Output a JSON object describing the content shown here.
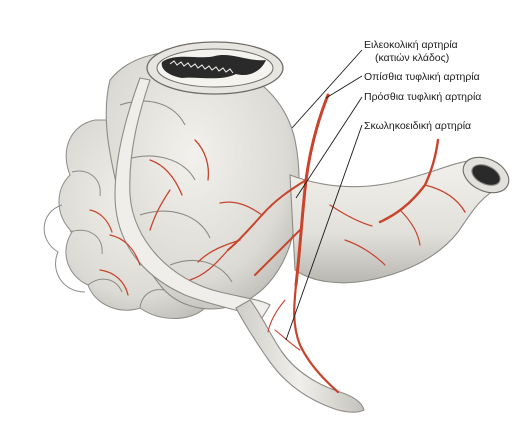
{
  "labels": {
    "ileocolic_line1": "Ειλεοκολική αρτηρία",
    "ileocolic_line2": "(κατιών κλάδος)",
    "posterior_cecal": "Οπίσθια τυφλική αρτηρία",
    "anterior_cecal": "Πρόσθια τυφλική αρτηρία",
    "appendicular": "Σκωληκοειδική αρτηρία"
  },
  "colors": {
    "tissue": "#ecebe6",
    "tissue_shade": "#bcbab4",
    "tissue_outline": "#8e8c86",
    "artery": "#c8442c",
    "mucosa": "#2a2a2a",
    "leader": "#1a1a1a"
  }
}
